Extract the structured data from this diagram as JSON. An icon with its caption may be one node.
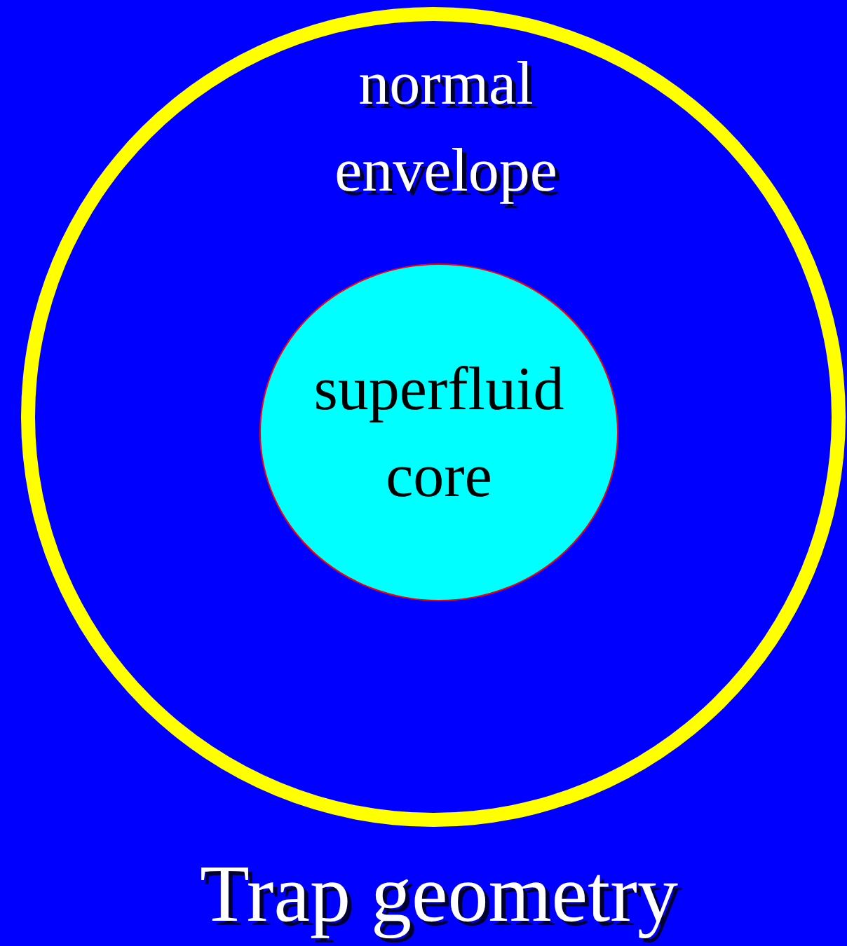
{
  "diagram": {
    "caption": "Trap geometry",
    "nodes": [
      {
        "text": [
          "normal envelope"
        ]
      },
      {
        "text": [
          "superfluid core"
        ],
        "in": 0
      }
    ]
  }
}
